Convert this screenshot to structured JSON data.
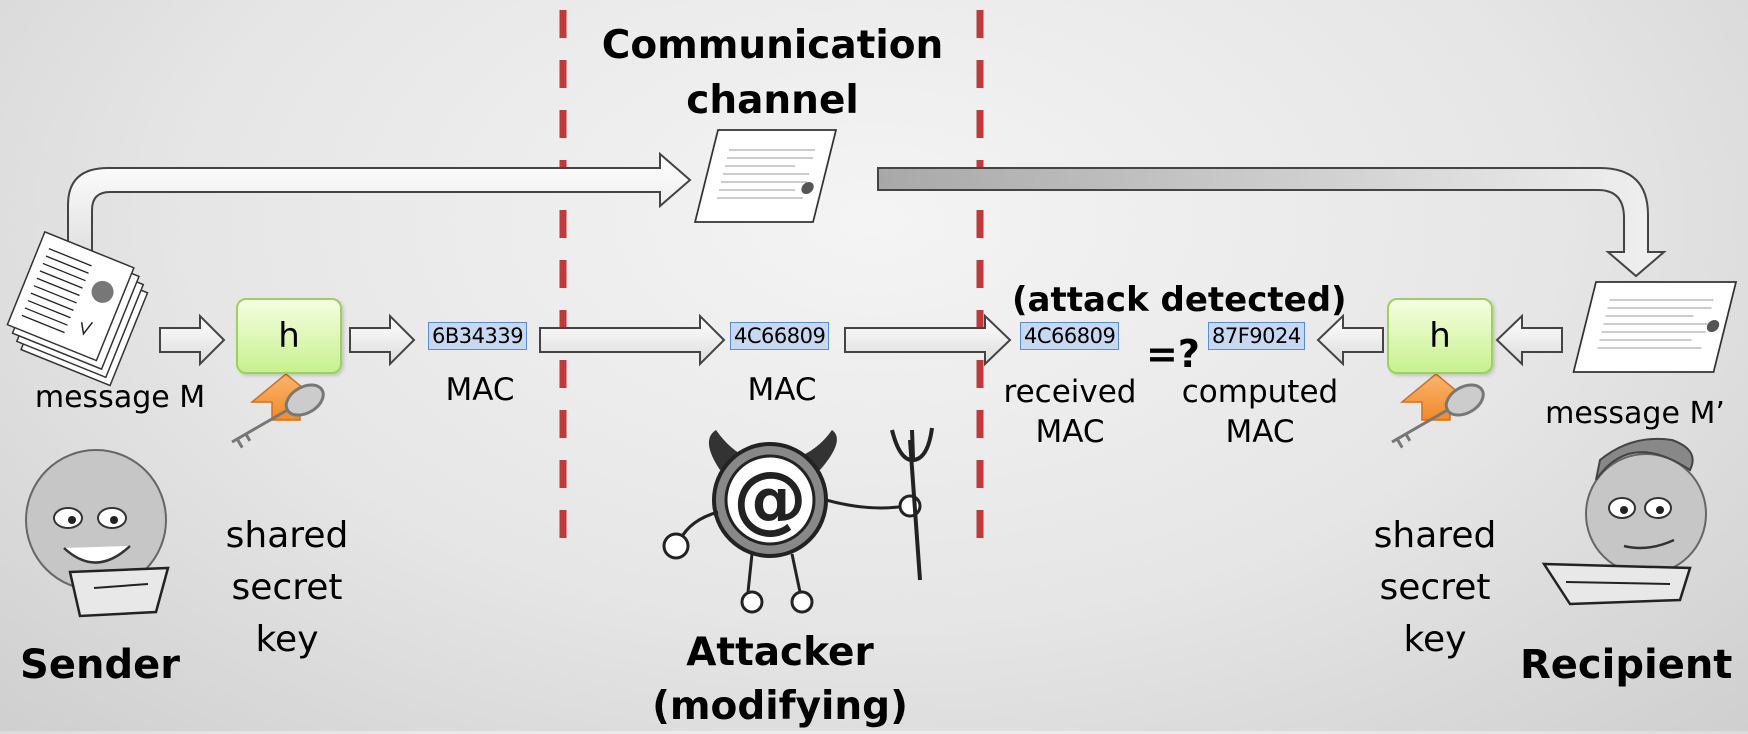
{
  "title": "Communication channel",
  "attack_status": "(attack detected)",
  "compare_symbol": "=?",
  "sender": {
    "name": "Sender",
    "message_label": "message M",
    "hash_label": "h",
    "key_label": "shared secret key",
    "mac_value": "6B34339",
    "mac_label": "MAC"
  },
  "attacker": {
    "name": "Attacker (modifying)",
    "mac_value": "4C66809",
    "mac_label": "MAC"
  },
  "recipient": {
    "name": "Recipient",
    "message_label": "message M’",
    "hash_label": "h",
    "key_label": "shared secret key",
    "received_mac_value": "4C66809",
    "received_mac_label": "received MAC",
    "computed_mac_value": "87F9024",
    "computed_mac_label": "computed MAC"
  },
  "colors": {
    "channel_boundary": "#c0393b",
    "hash_box": "#c8f090",
    "mac_box": "#c6d9f1",
    "key_arrow": "#f79646"
  }
}
